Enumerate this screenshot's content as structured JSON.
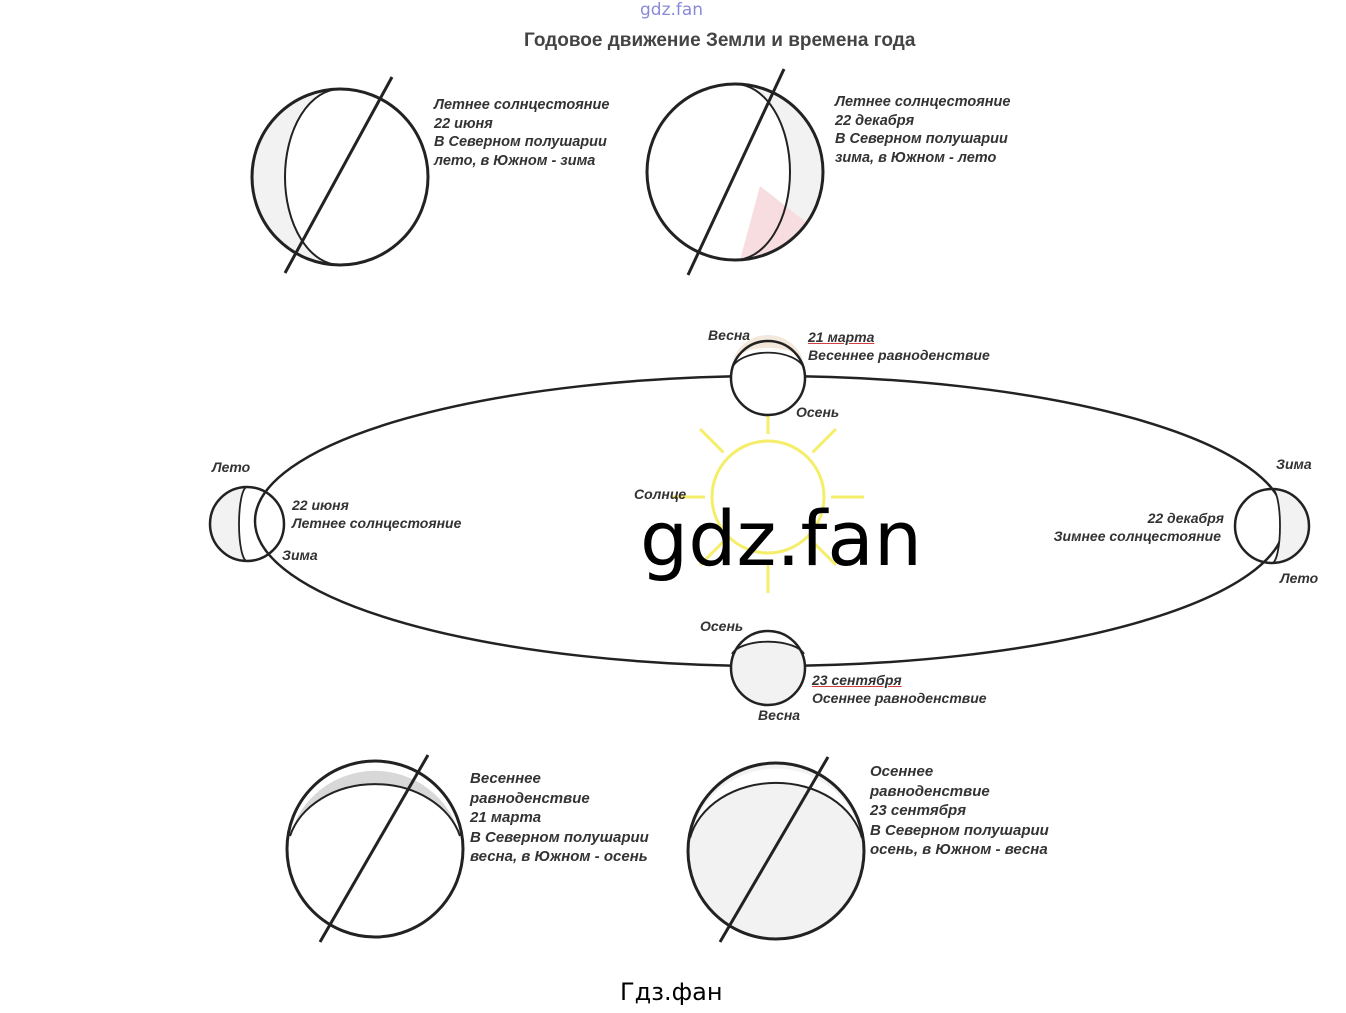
{
  "watermark_top": "gdz.fan",
  "title": "Годовое движение Земли и времена года",
  "june_panel": {
    "lines": [
      "Летнее солнцестояние",
      "22 июня",
      "В Северном полушарии",
      "лето, в Южном - зима"
    ]
  },
  "december_panel": {
    "lines": [
      "Летнее солнцестояние",
      "22 декабря",
      "В Северном полушарии",
      "зима, в Южном - лето"
    ]
  },
  "orbit": {
    "top": {
      "label_a": "Весна",
      "label_b": "Осень",
      "date": "21 марта",
      "event": "Весеннее равноденствие"
    },
    "left": {
      "label_a": "Лето",
      "label_b": "Зима",
      "date": "22 июня",
      "event": "Летнее солнцестояние"
    },
    "right": {
      "label_a": "Зима",
      "label_b": "Лето",
      "date": "22 декабря",
      "event": "Зимнее солнцестояние"
    },
    "bottom": {
      "label_a": "Осень",
      "label_b": "Весна",
      "date": "23 сентября",
      "event": "Осеннее равноденствие"
    },
    "sun_label": "Солнце",
    "sun_color": "#f5ee6a"
  },
  "watermark_center": "gdz.fan",
  "march_panel": {
    "lines": [
      "Весеннее",
      "равноденствие",
      "21 марта",
      "В Северном полушарии",
      "весна, в Южном - осень"
    ]
  },
  "september_panel": {
    "lines": [
      "Осеннее",
      "равноденствие",
      "23 сентября",
      "В Северном полушарии",
      "осень, в Южном - весна"
    ]
  },
  "footer": "Гдз.фан"
}
